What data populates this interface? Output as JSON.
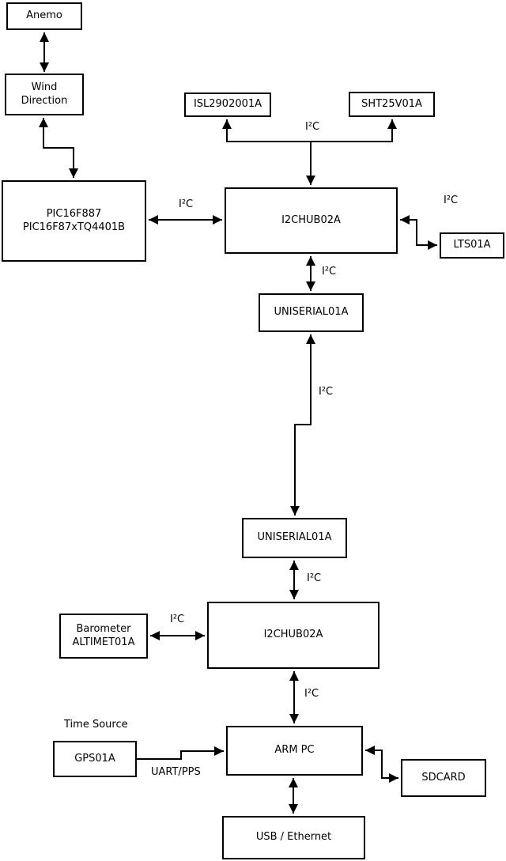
{
  "diagram": {
    "background": "#ffffff",
    "line_color": "#000000",
    "box_fill": "#ffffff",
    "box_border_color": "#000000",
    "nodes": {
      "anemo": {
        "label": "Anemo"
      },
      "wind_direction": {
        "label": "Wind\nDirection"
      },
      "pic": {
        "label": "PIC16F887\nPIC16F87xTQ4401B"
      },
      "isl": {
        "label": "ISL2902001A"
      },
      "sht": {
        "label": "SHT25V01A"
      },
      "i2chub_top": {
        "label": "I2CHUB02A"
      },
      "lts": {
        "label": "LTS01A"
      },
      "uniserial_top": {
        "label": "UNISERIAL01A"
      },
      "uniserial_bottom": {
        "label": "UNISERIAL01A"
      },
      "barometer": {
        "label": "Barometer\nALTIMET01A"
      },
      "i2chub_bottom": {
        "label": "I2CHUB02A"
      },
      "gps": {
        "label": "GPS01A"
      },
      "arm_pc": {
        "label": "ARM PC"
      },
      "sdcard": {
        "label": "SDCARD"
      },
      "usb_ethernet": {
        "label": "USB / Ethernet"
      }
    },
    "edges": {
      "pic_to_hub": {
        "label": "I²C",
        "from": "pic",
        "to": "i2chub_top"
      },
      "hub_to_isl_sht": {
        "label": "I²C",
        "from": "i2chub_top",
        "to": "isl / sht"
      },
      "hub_to_lts": {
        "label": "I²C",
        "from": "i2chub_top",
        "to": "lts"
      },
      "hub_to_uniserial": {
        "label": "I²C",
        "from": "i2chub_top",
        "to": "uniserial_top"
      },
      "uniserial_to_uniserial": {
        "label": "I²C",
        "from": "uniserial_top",
        "to": "uniserial_bottom"
      },
      "uniserial_to_hub2": {
        "label": "I²C",
        "from": "uniserial_bottom",
        "to": "i2chub_bottom"
      },
      "barometer_to_hub2": {
        "label": "I²C",
        "from": "barometer",
        "to": "i2chub_bottom"
      },
      "hub2_to_armpc": {
        "label": "I²C",
        "from": "i2chub_bottom",
        "to": "arm_pc"
      },
      "gps_to_armpc": {
        "label": "UART/PPS",
        "from": "gps",
        "to": "arm_pc"
      }
    },
    "annotations": {
      "time_source": "Time Source"
    }
  }
}
